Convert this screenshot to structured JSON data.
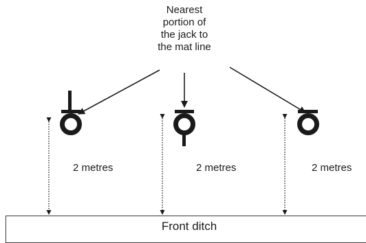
{
  "callout": {
    "lines": [
      "Nearest",
      "portion of",
      "the jack to",
      "the mat line"
    ]
  },
  "distances": [
    {
      "label": "2 metres"
    },
    {
      "label": "2 metres"
    },
    {
      "label": "2 metres"
    }
  ],
  "ditch": {
    "label": "Front ditch"
  },
  "colors": {
    "ink": "#1a1a1a",
    "line": "#3a3a3a"
  }
}
